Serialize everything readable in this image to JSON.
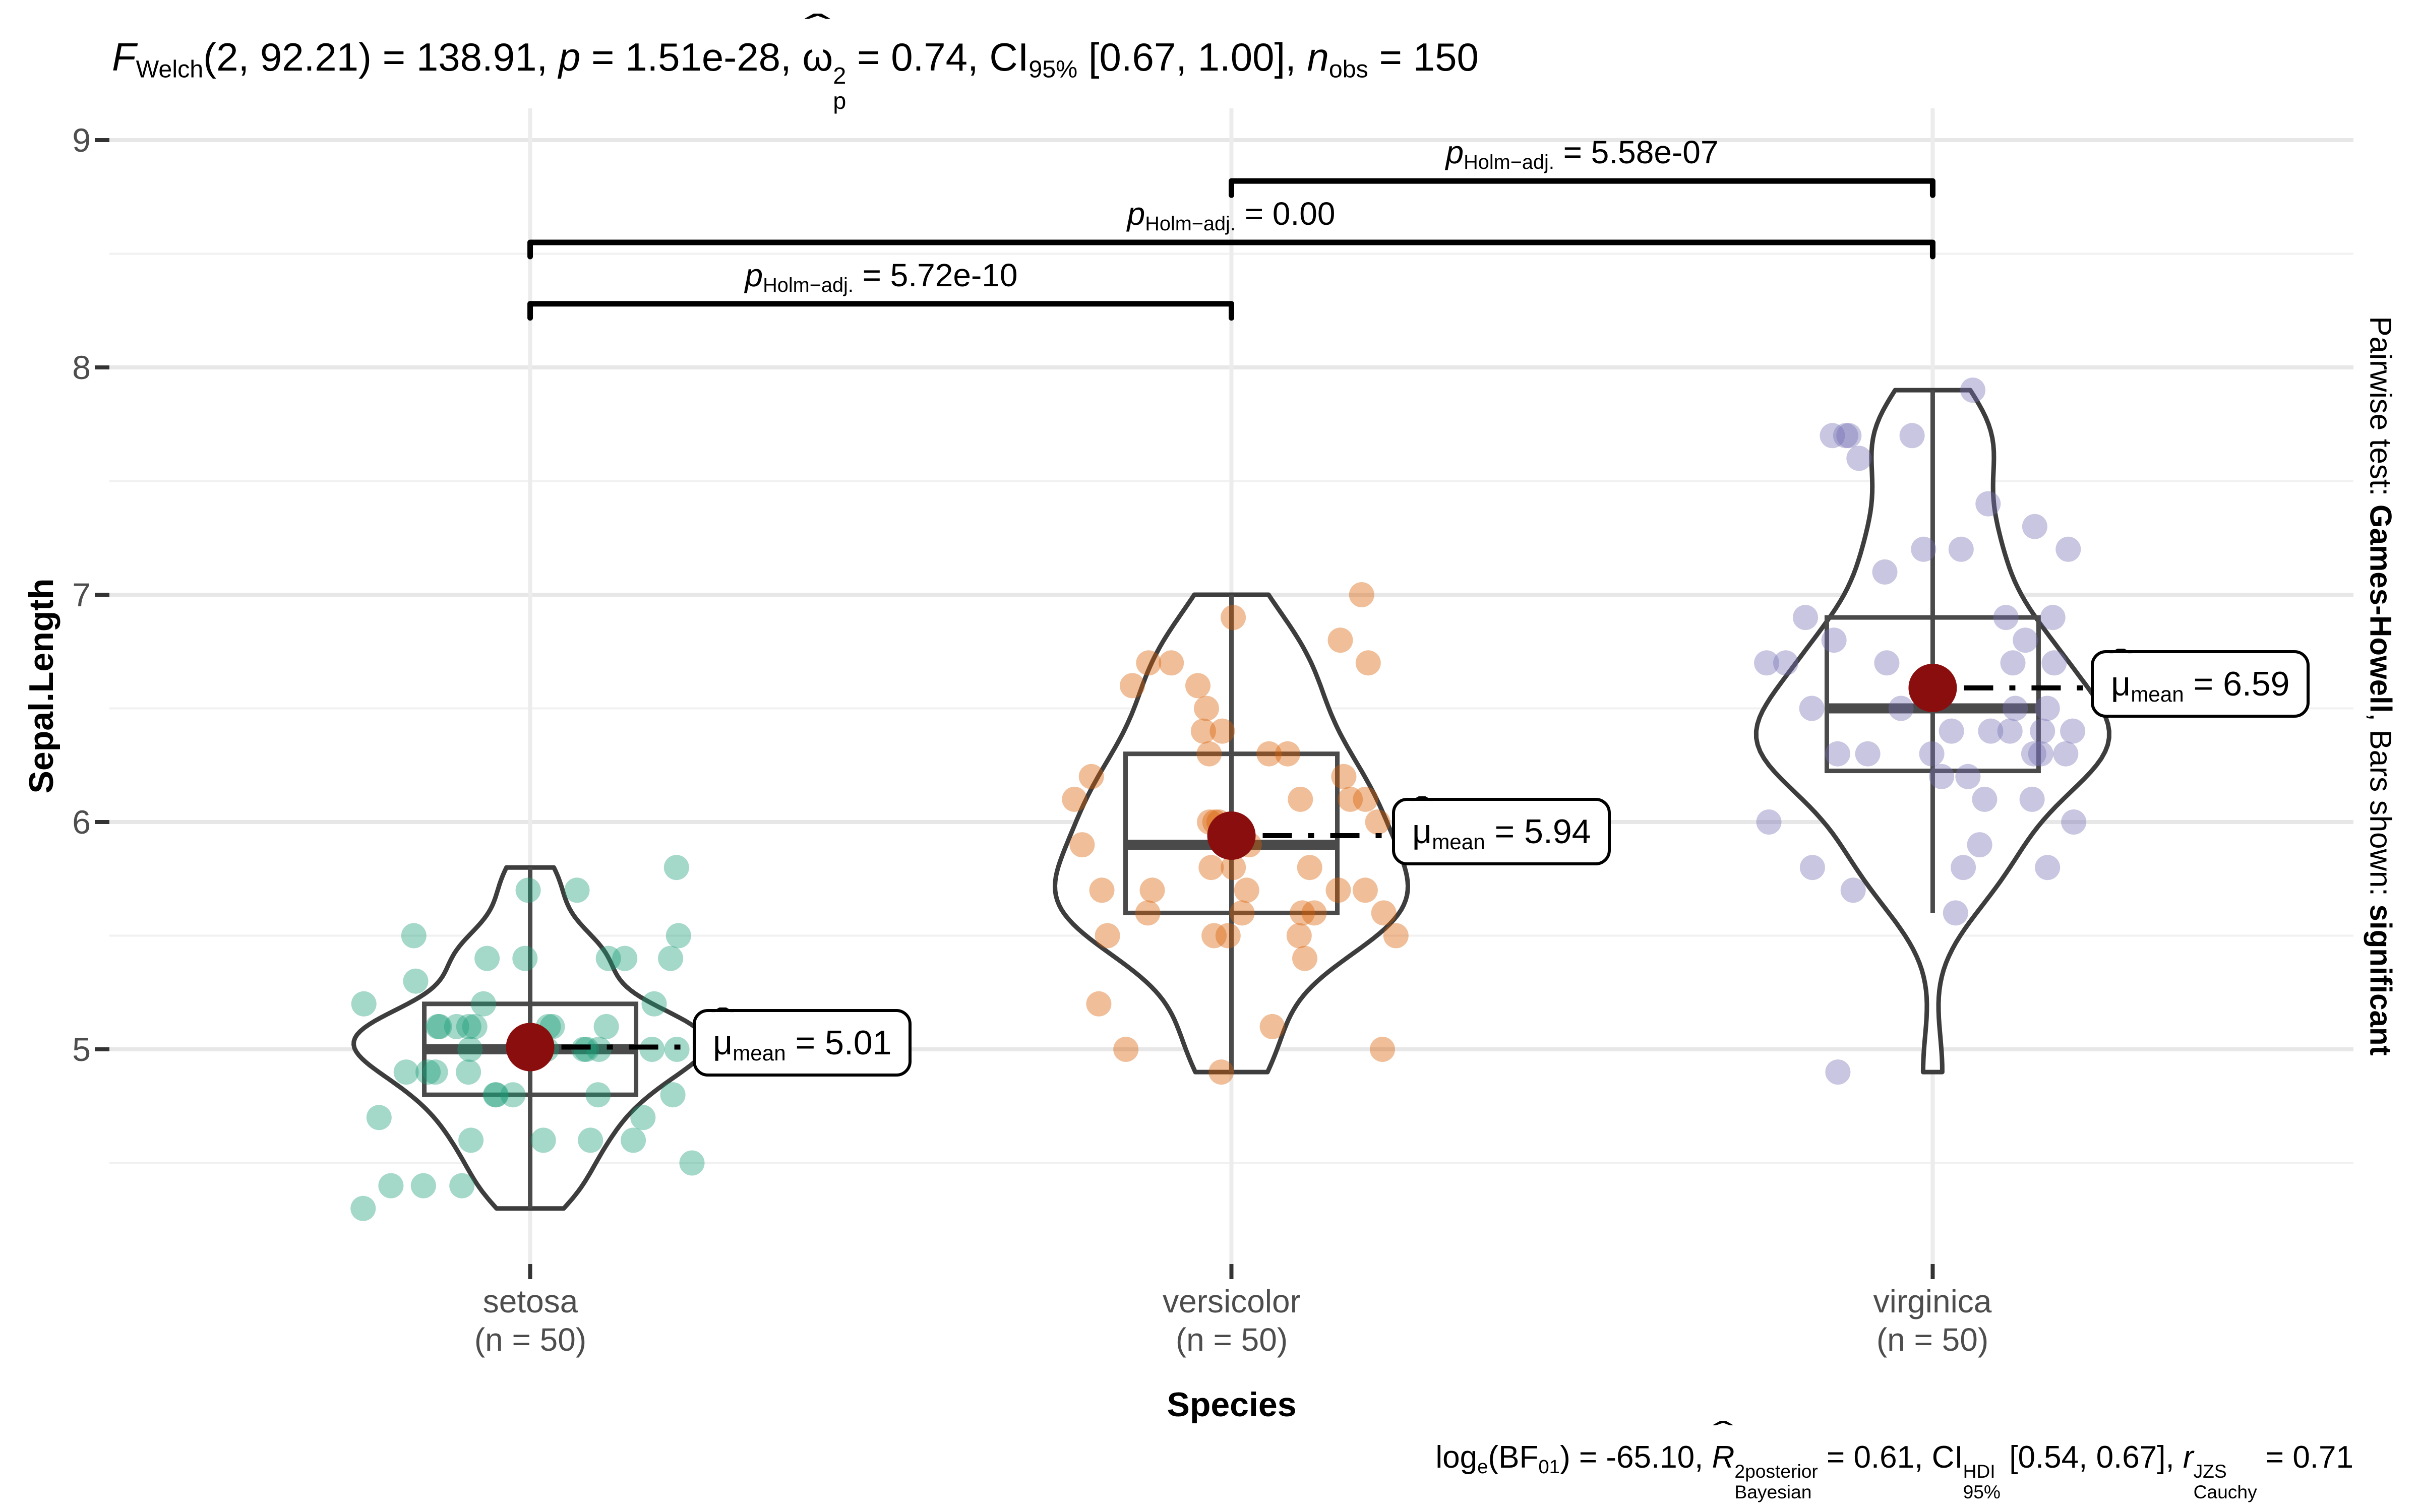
{
  "header": {
    "title": {
      "f": "F",
      "f_sub": "Welch",
      "rest1": "(2, 92.21) = 138.91, ",
      "p": "p",
      "rest2": " = 1.51e-28, ",
      "omega": "ω",
      "omega_sup": "2",
      "omega_sub": "p",
      "rest3": " = 0.74, ",
      "ci": "CI",
      "ci_sub": "95%",
      "rest4": " [0.67, 1.00], ",
      "n": "n",
      "n_sub": "obs",
      "rest5": " = 150"
    }
  },
  "captions": {
    "bottom": {
      "log": "log",
      "log_sub": "e",
      "bf_open": "(BF",
      "bf_sub": "01",
      "bf_close": ") = -65.10, ",
      "r2": "R",
      "r2_sup": "2posterior",
      "r2_sub": "Bayesian",
      "rest1": " = 0.61, ",
      "ci": "CI",
      "ci_sup": "HDI",
      "ci_sub": "95%",
      "rest2": " [0.54, 0.67], ",
      "r": "r",
      "r_sup": "JZS",
      "r_sub": "Cauchy",
      "rest3": " = 0.71"
    },
    "right": {
      "part1": "Pairwise test: ",
      "bold1": "Games-Howell",
      "part2": ", Bars shown: ",
      "bold2": "significant"
    }
  },
  "axes": {
    "y_title": "Sepal.Length",
    "x_title": "Species",
    "y_ticks": [
      "9",
      "8",
      "7",
      "6",
      "5"
    ],
    "x_ticks": [
      {
        "name": "setosa",
        "count": "(n = 50)"
      },
      {
        "name": "versicolor",
        "count": "(n = 50)"
      },
      {
        "name": "virginica",
        "count": "(n = 50)"
      }
    ]
  },
  "mean_labels": [
    {
      "mu": "μ",
      "sub": "mean",
      "value": " = 5.01"
    },
    {
      "mu": "μ",
      "sub": "mean",
      "value": " = 5.94"
    },
    {
      "mu": "μ",
      "sub": "mean",
      "value": " = 6.59"
    }
  ],
  "comparison_labels": [
    {
      "p": "p",
      "sub": "Holm−adj.",
      "value": " = 5.58e-07"
    },
    {
      "p": "p",
      "sub": "Holm−adj.",
      "value": " = 0.00"
    },
    {
      "p": "p",
      "sub": "Holm−adj.",
      "value": " = 5.72e-10"
    }
  ],
  "chart_data": {
    "type": "violin",
    "subtitle": "F Welch(2, 92.21) = 138.91, p = 1.51e-28, ω̂²p = 0.74, CI95% [0.67, 1.00], n obs = 150",
    "caption": "log e(BF01) = -65.10, R̂² posterior Bayesian = 0.61, CI HDI 95% [0.54, 0.67], r JZS Cauchy = 0.71",
    "right_note": "Pairwise test: Games-Howell, Bars shown: significant",
    "xlabel": "Species",
    "ylabel": "Sepal.Length",
    "ylim": [
      4.05,
      9.15
    ],
    "y_major_gridlines": [
      5,
      6,
      7,
      8,
      9
    ],
    "y_minor_gridlines": [
      4.5,
      5.5,
      6.5,
      7.5,
      8.5
    ],
    "grid": true,
    "legend_position": "none",
    "colors": {
      "setosa": "#1B9E77",
      "versicolor": "#D95F02",
      "virginica": "#7570B3",
      "mean_point": "#8B0E0E"
    },
    "groups": [
      {
        "name": "setosa",
        "n": 50,
        "mean": 5.006,
        "mean_label": 5.01,
        "box": {
          "whisker_low": 4.3,
          "q1": 4.8,
          "median": 5.0,
          "q3": 5.2,
          "whisker_high": 5.8
        },
        "values": [
          5.1,
          4.9,
          4.7,
          4.6,
          5.0,
          5.4,
          4.6,
          5.0,
          4.4,
          4.9,
          5.4,
          4.8,
          4.8,
          4.3,
          5.8,
          5.7,
          5.4,
          5.1,
          5.7,
          5.1,
          5.4,
          5.1,
          4.6,
          5.1,
          4.8,
          5.0,
          5.0,
          5.2,
          5.2,
          4.7,
          4.8,
          5.4,
          5.2,
          5.5,
          4.9,
          5.0,
          5.5,
          4.9,
          4.4,
          5.1,
          5.0,
          4.5,
          4.4,
          5.0,
          5.1,
          4.8,
          5.1,
          4.6,
          5.3,
          5.0
        ]
      },
      {
        "name": "versicolor",
        "n": 50,
        "mean": 5.936,
        "mean_label": 5.94,
        "box": {
          "whisker_low": 4.9,
          "q1": 5.6,
          "median": 5.9,
          "q3": 6.3,
          "whisker_high": 7.0
        },
        "values": [
          7.0,
          6.4,
          6.9,
          5.5,
          6.5,
          5.7,
          6.3,
          4.9,
          6.6,
          5.2,
          5.0,
          5.9,
          6.0,
          6.1,
          5.6,
          6.7,
          5.6,
          5.8,
          6.2,
          5.6,
          5.9,
          6.1,
          6.3,
          6.1,
          6.4,
          6.6,
          6.8,
          6.7,
          6.0,
          5.7,
          5.5,
          5.5,
          5.8,
          6.0,
          5.4,
          6.0,
          6.7,
          6.3,
          5.6,
          5.5,
          5.5,
          6.1,
          5.8,
          5.0,
          5.6,
          5.7,
          5.7,
          6.2,
          5.1,
          5.7
        ]
      },
      {
        "name": "virginica",
        "n": 50,
        "mean": 6.588,
        "mean_label": 6.59,
        "box": {
          "whisker_low": 5.6,
          "q1": 6.225,
          "median": 6.5,
          "q3": 6.9,
          "whisker_high": 7.9
        },
        "values": [
          6.3,
          5.8,
          7.1,
          6.3,
          6.5,
          7.6,
          4.9,
          7.3,
          6.7,
          7.2,
          6.5,
          6.4,
          6.8,
          5.7,
          5.8,
          6.4,
          6.5,
          7.7,
          7.7,
          6.0,
          6.9,
          5.6,
          7.7,
          6.3,
          6.7,
          7.2,
          6.2,
          6.1,
          6.4,
          7.2,
          7.4,
          7.9,
          6.4,
          6.3,
          6.1,
          7.7,
          6.3,
          6.4,
          6.0,
          6.9,
          6.7,
          6.9,
          5.8,
          6.8,
          6.7,
          6.7,
          6.3,
          6.5,
          6.2,
          5.9
        ]
      }
    ],
    "comparisons": [
      {
        "from": 1,
        "to": 2,
        "y": 8.82,
        "p_adj": "5.58e-07"
      },
      {
        "from": 0,
        "to": 2,
        "y": 8.55,
        "p_adj": "0.00"
      },
      {
        "from": 0,
        "to": 1,
        "y": 8.28,
        "p_adj": "5.72e-10"
      }
    ]
  }
}
